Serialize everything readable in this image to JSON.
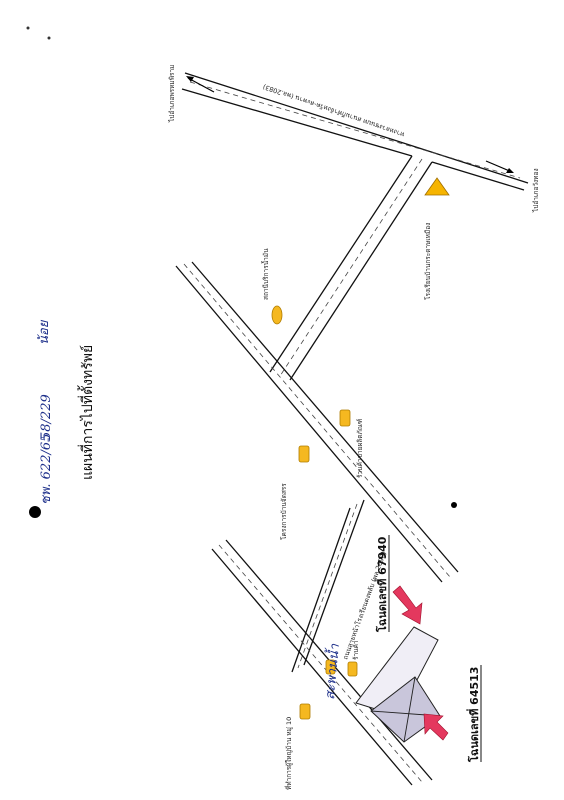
{
  "header": {
    "title": "แผนที่การไปที่ตั้งทรัพย์",
    "ref_number": "ชพ. 622/65",
    "ref_code": "58/229",
    "signature": "น้อย"
  },
  "roads": {
    "highway_name": "ทางหลวงชนบท สนามกีฬาจังหวัด-สะพาน (พล.2083)",
    "side_road_name": "ถนนสายหน้าโรงเรียนดงพลับ (พล.2093)"
  },
  "directions": {
    "to_top": "ไปอำเภอพรหมพิราม",
    "to_right": "ไปอำเภอวังทอง"
  },
  "landmarks": {
    "school": "โรงเรียนบ้านกระดาษเหมือง",
    "gas_station": "สถานีบริการน้ำมัน",
    "shop_right": "ร้านค้าขายผลิตภัณฑ์",
    "project": "โครงการบ้านจัดสรร",
    "shop": "ร้านค้า",
    "village_office": "ที่ทำการผู้ใหญ่บ้าน หมู่ 10"
  },
  "deeds": {
    "deed_1": "โฉนดเลขที่ 67940",
    "deed_2": "โฉนดเลขที่ 64513"
  },
  "annotation": {
    "handwritten_note": "สะพานน้ำ"
  },
  "colors": {
    "marker_fill": "#f5b820",
    "marker_stroke": "#b07c00",
    "triangle_fill": "#f6b400",
    "arrow_fill": "#e4385e",
    "parcel_1_fill": "#f0eef6",
    "parcel_2_fill": "#c9c6db",
    "bullet": "#000000"
  }
}
